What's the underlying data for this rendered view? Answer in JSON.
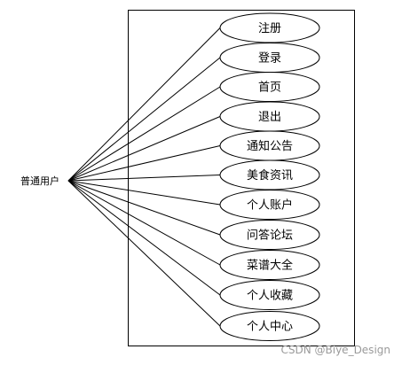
{
  "actor": {
    "label": "普通用户"
  },
  "use_cases": [
    {
      "label": "注册"
    },
    {
      "label": "登录"
    },
    {
      "label": "首页"
    },
    {
      "label": "退出"
    },
    {
      "label": "通知公告"
    },
    {
      "label": "美食资讯"
    },
    {
      "label": "个人账户"
    },
    {
      "label": "问答论坛"
    },
    {
      "label": "菜谱大全"
    },
    {
      "label": "个人收藏"
    },
    {
      "label": "个人中心"
    }
  ],
  "watermark": "CSDN @Biye_Design",
  "colors": {
    "stroke": "#000000",
    "background": "#ffffff",
    "watermark": "#9a9a9a"
  }
}
